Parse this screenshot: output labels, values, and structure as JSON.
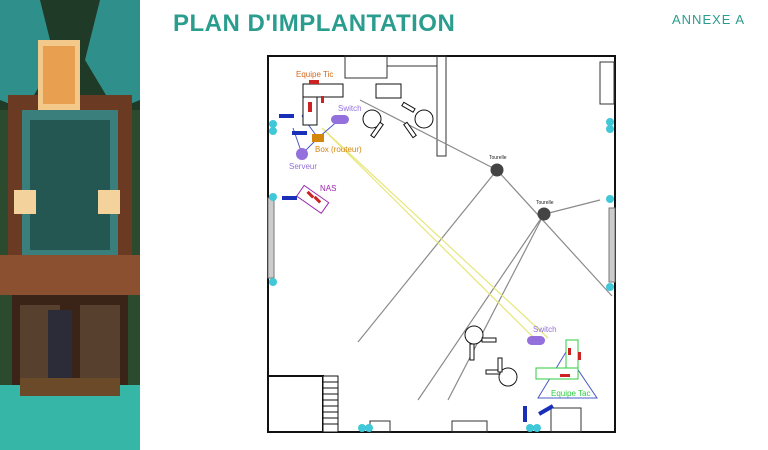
{
  "header": {
    "title": "PLAN D'IMPLANTATION",
    "annex": "ANNEXE A"
  },
  "plan": {
    "labels": {
      "equipe_tic": "Equipe Tic",
      "switch_top": "Switch",
      "box": "Box (routeur)",
      "serveur": "Serveur",
      "nas": "NAS",
      "tourelle_1": "Tourelle",
      "tourelle_2": "Tourelle",
      "switch_bottom": "Switch",
      "equipe_tac": "Equipe Tac"
    },
    "colors": {
      "teal": "#2a9d8f",
      "switch": "#9370db",
      "box": "#d4860b",
      "equipe_tic": "#d2691e",
      "nas": "#9c27b0",
      "equipe_tac": "#2ecc40",
      "cable_yellow": "#e6e67a",
      "cyan_marker": "#40c8d8",
      "blue_chair": "#1a2fb8",
      "red_device": "#cc2222",
      "tourelle": "#444444"
    }
  }
}
